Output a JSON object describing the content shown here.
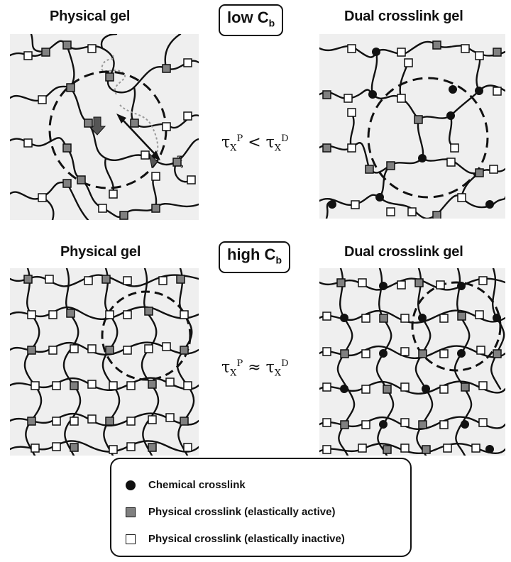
{
  "top": {
    "left_title": "Physical gel",
    "right_title": "Dual crosslink gel",
    "condition_prefix": "low C",
    "condition_sub": "b",
    "relation": {
      "lhs_base": "τ",
      "lhs_sub": "X",
      "lhs_sup": "P",
      "op": "<",
      "rhs_base": "τ",
      "rhs_sub": "X",
      "rhs_sup": "D"
    },
    "xi_label": "ξ"
  },
  "bottom": {
    "left_title": "Physical gel",
    "right_title": "Dual crosslink gel",
    "condition_prefix": "high C",
    "condition_sub": "b",
    "relation": {
      "lhs_base": "τ",
      "lhs_sub": "X",
      "lhs_sup": "P",
      "op": "≈",
      "rhs_base": "τ",
      "rhs_sub": "X",
      "rhs_sup": "D"
    }
  },
  "legend": {
    "chemical": "Chemical crosslink",
    "active": "Physical crosslink (elastically active)",
    "inactive": "Physical crosslink (elastically inactive)"
  },
  "colors": {
    "panel_bg": "#efefef",
    "chain": "#111111",
    "active_fill": "#808080",
    "inactive_fill": "#ffffff",
    "chem_fill": "#111111",
    "path_dotted": "#999999",
    "arrow_fill": "#555555"
  }
}
